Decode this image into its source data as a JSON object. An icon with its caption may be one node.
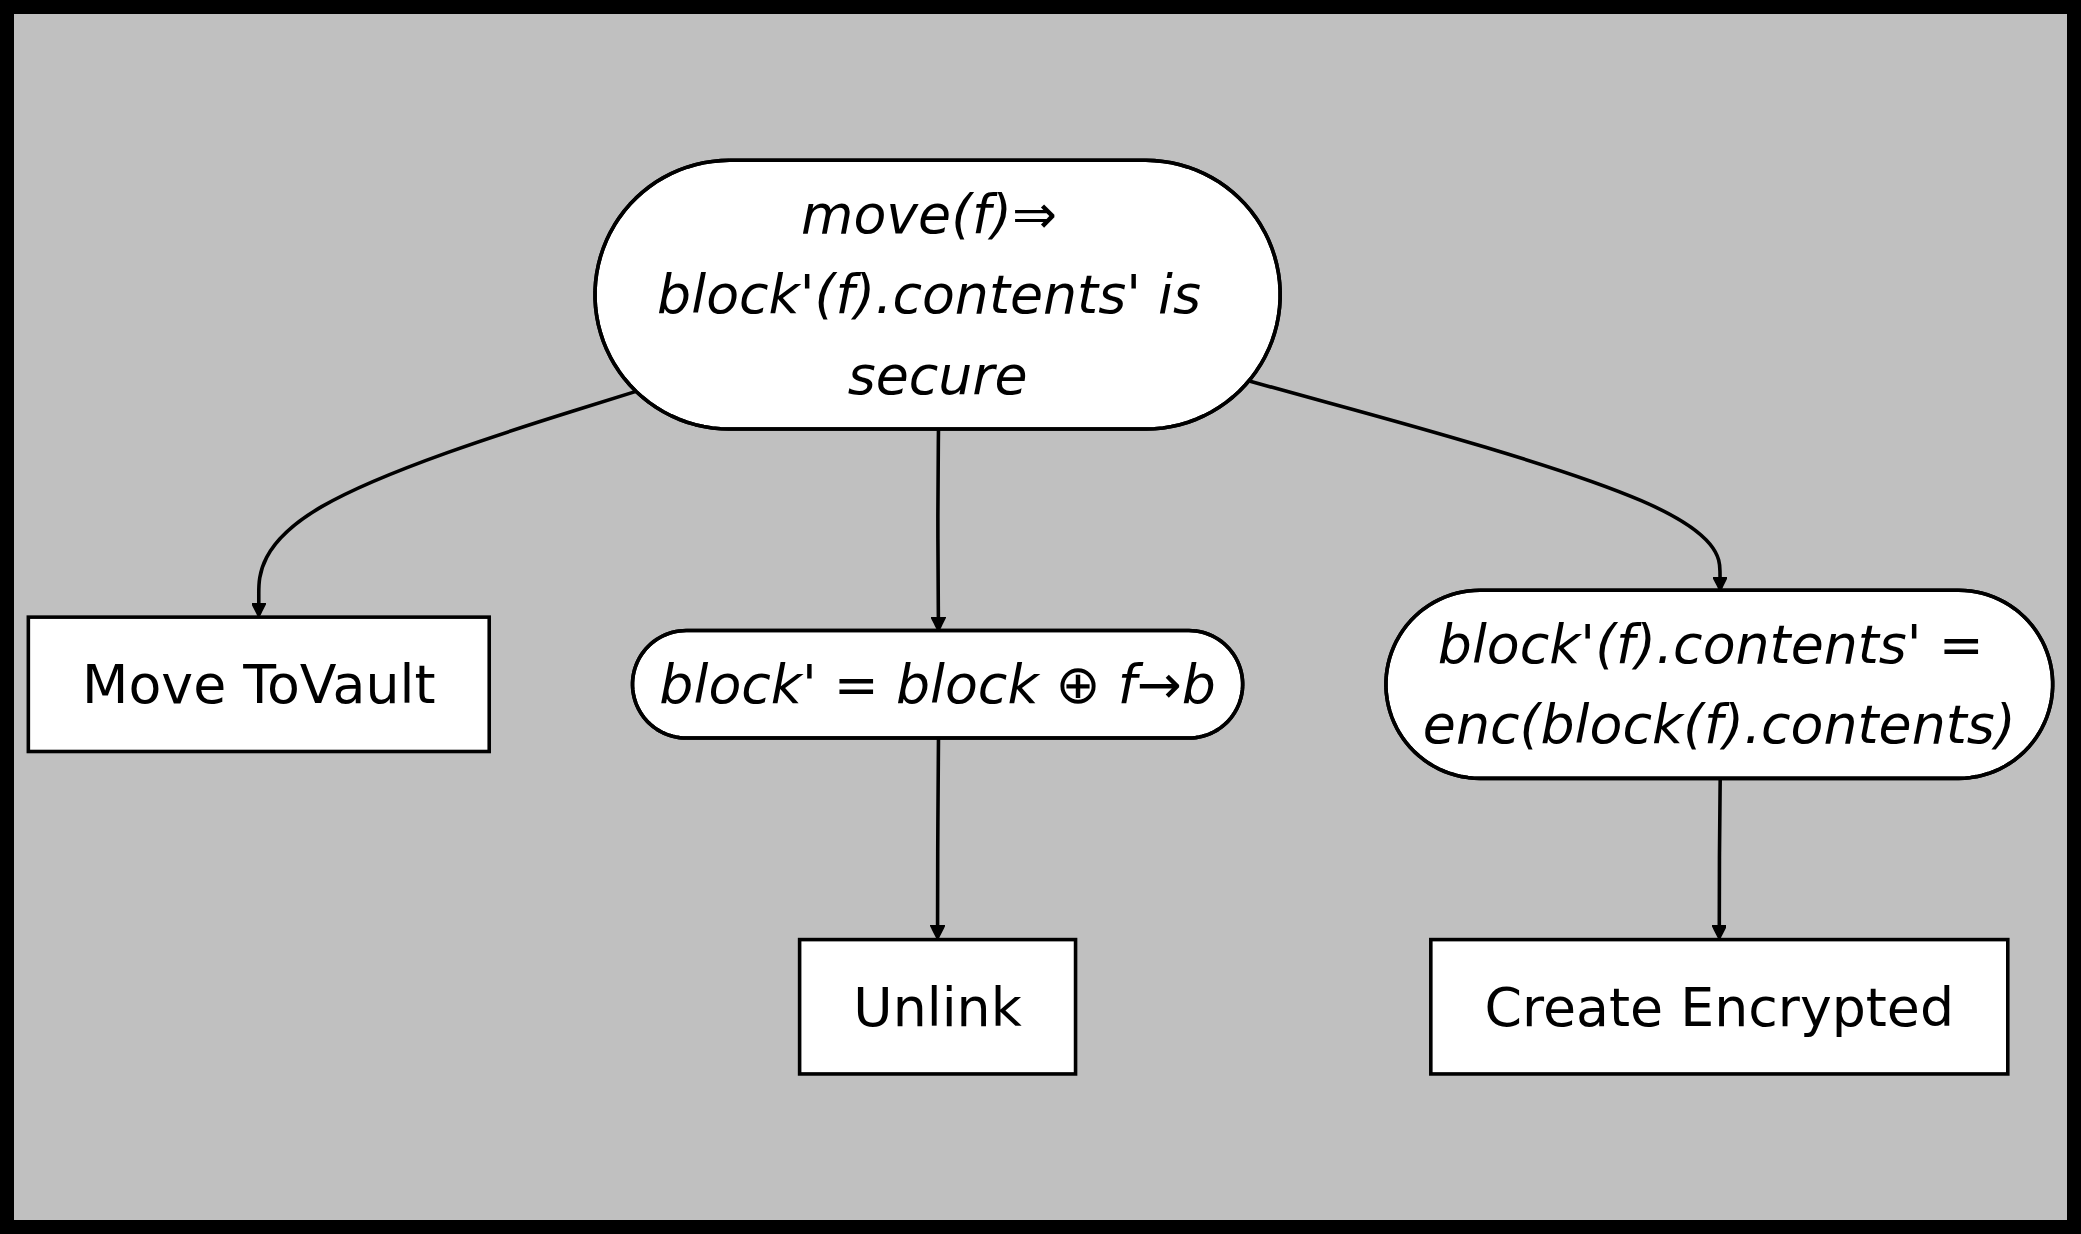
{
  "diagram": {
    "nodes": [
      {
        "text": [
          "Move ToVault"
        ]
      },
      {
        "text": [
          "move(f)⇒ block'(f).contents' is secure"
        ]
      },
      {
        "text": [
          "block' = block ⊕ f→b"
        ]
      },
      {
        "text": [
          "block'(f).contents' = enc(block(f).contents)"
        ]
      },
      {
        "text": [
          "Unlink"
        ]
      },
      {
        "text": [
          "Create Encrypted"
        ]
      }
    ],
    "edges": [
      {
        "from": 1,
        "to": 0,
        "arrow": "to"
      },
      {
        "from": 1,
        "to": 2,
        "arrow": "to"
      },
      {
        "from": 1,
        "to": 3,
        "arrow": "to"
      },
      {
        "from": 2,
        "to": 4,
        "arrow": "to"
      },
      {
        "from": 3,
        "to": 5,
        "arrow": "to"
      }
    ]
  }
}
